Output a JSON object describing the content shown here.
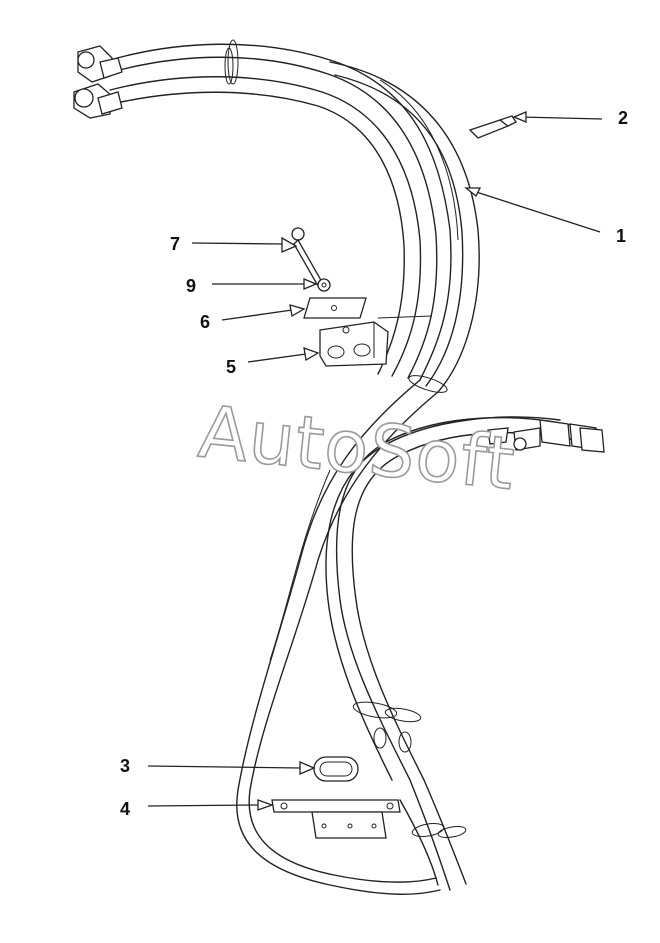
{
  "watermark": "AutoSoft",
  "callouts": {
    "c1": "1",
    "c2": "2",
    "c3": "3",
    "c4": "4",
    "c5": "5",
    "c6": "6",
    "c7": "7",
    "c9": "9"
  },
  "colors": {
    "line": "#222222",
    "watermark_outline": "#9a9a9a",
    "background": "#ffffff"
  }
}
